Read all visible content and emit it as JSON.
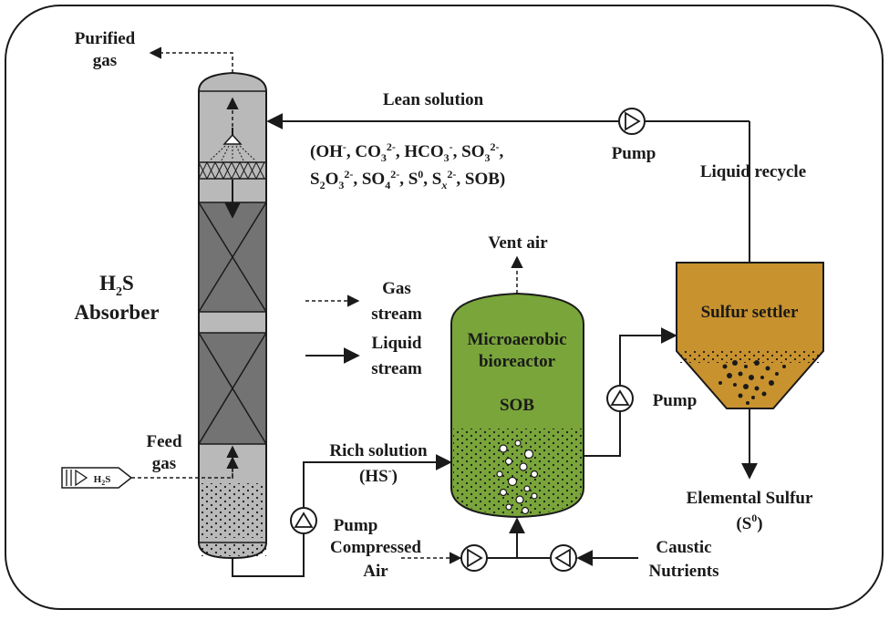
{
  "colors": {
    "absorber_body": "#b9b9b9",
    "packing": "#737373",
    "bioreactor": "#79a53a",
    "settler": "#c8922f",
    "stroke": "#1a1a1a"
  },
  "labels": {
    "purified_gas": [
      "Purified",
      "gas"
    ],
    "lean_solution": "Lean solution",
    "species_line1": {
      "open": "(OH",
      "oh_sup": "-",
      "sep1": ", CO",
      "co3_sub": "3",
      "co3_sup": "2-",
      "sep2": ", HCO",
      "hco3_sub": "3",
      "hco3_sup": "-",
      "sep3": ", SO",
      "so3_sub": "3",
      "so3_sup": "2-",
      "end": ","
    },
    "species_line2": {
      "s": "S",
      "s2o3_sub1": "2",
      "o": "O",
      "s2o3_sub2": "3",
      "s2o3_sup": "2-",
      "sep1": ", SO",
      "so4_sub": "4",
      "so4_sup": "2-",
      "sep2": ", S",
      "s0_sup": "0",
      "sep3": ", S",
      "sx_sub": "x",
      "sx_sup": "2-",
      "end": ", SOB)"
    },
    "pump_top": "Pump",
    "liquid_recycle": "Liquid recycle",
    "absorber": {
      "h": "H",
      "sub": "2",
      "s": "S",
      "line2": "Absorber"
    },
    "vent_air": "Vent air",
    "legend_gas": [
      "Gas",
      "stream"
    ],
    "legend_liquid": [
      "Liquid",
      "stream"
    ],
    "sulfur_settler": "Sulfur settler",
    "bioreactor": [
      "Microaerobic",
      "bioreactor"
    ],
    "sob": "SOB",
    "pump_right": "Pump",
    "feed_gas": [
      "Feed",
      "gas"
    ],
    "h2s_tag": {
      "h": "H",
      "sub": "2",
      "s": "S"
    },
    "rich_solution": "Rich solution",
    "hs": {
      "open": "(HS",
      "sup": "-",
      "close": ")"
    },
    "elemental_sulfur": "Elemental Sulfur",
    "s0": {
      "open": "(S",
      "sup": "0",
      "close": ")"
    },
    "pump_bottom": "Pump",
    "compressed_air": [
      "Compressed",
      "Air"
    ],
    "caustic_nutrients": [
      "Caustic",
      "Nutrients"
    ]
  }
}
